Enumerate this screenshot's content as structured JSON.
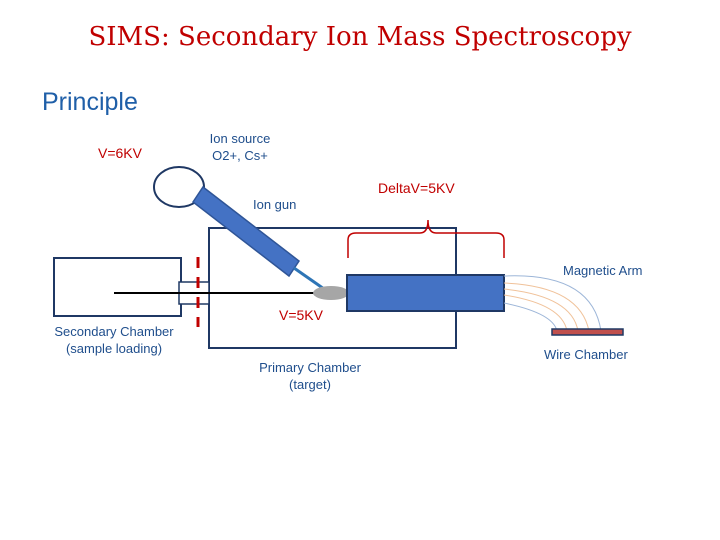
{
  "title": "SIMS: Secondary Ion Mass Spectroscopy",
  "subtitle": "Principle",
  "labels": {
    "ion_source_line1": "Ion source",
    "ion_source_line2": "O2+, Cs+",
    "v6kv": "V=6KV",
    "deltav": "DeltaV=5KV",
    "ion_gun": "Ion gun",
    "magnetic_arm": "Magnetic Arm",
    "v5kv": "V=5KV",
    "secondary_chamber_line1": "Secondary Chamber",
    "secondary_chamber_line2": "(sample loading)",
    "wire_chamber": "Wire Chamber",
    "primary_chamber_line1": "Primary Chamber",
    "primary_chamber_line2": "(target)"
  },
  "colors": {
    "title": "#c00000",
    "label": "#1f4e8c",
    "accent_red": "#c00000",
    "component_blue": "#4472c4",
    "outline_navy": "#1f3864",
    "beam_blue": "#2e75b6",
    "sample_gray": "#a6a6a6"
  }
}
